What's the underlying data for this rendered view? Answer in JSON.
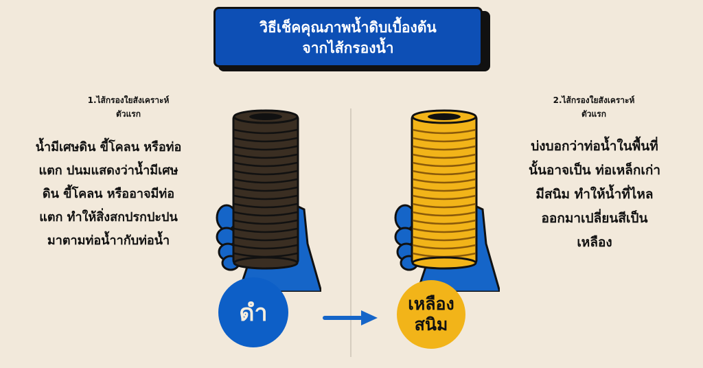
{
  "header": {
    "title_line1": "วิธีเช็คคุณภาพน้ำดิบเบื้องต้น",
    "title_line2": "จากไส้กรองน้ำ"
  },
  "left_panel": {
    "subhead_line1": "1.ไส้กรองใยสังเคราะห์",
    "subhead_line2": "ตัวแรก",
    "body_lines": [
      "น้ำมีเศษดิน ขี้โคลน หรือท่อ",
      "แตก ปนมแสดงว่าน้ำมีเศษ",
      "ดิน ขี้โคลน หรืออาจมีท่อ",
      "แตก ทำให้สิ่งสกปรกปะปน",
      "มาตามท่อน้ำากับท่อน้ำ"
    ],
    "badge_label": "ดำ",
    "filter_color": "#3a2e22",
    "badge_color": "#0d5fc7"
  },
  "right_panel": {
    "subhead_line1": "2.ไส้กรองใยสังเคราะห์",
    "subhead_line2": "ตัวแรก",
    "body_lines": [
      "บ่งบอกว่าท่อน้ำในพื้นที่",
      "นั้นอาจเป็น ท่อเหล็กเก่า",
      "มีสนิม ทำให้น้ำที่ไหล",
      "ออกมาเปลี่ยนสีเป็น",
      "เหลือง"
    ],
    "badge_line1": "เหลือง",
    "badge_line2": "สนิม",
    "filter_color": "#f2b419",
    "badge_color": "#f2b419"
  },
  "icons": {
    "hand_color": "#1565c8",
    "arrow_color": "#1565c8"
  }
}
